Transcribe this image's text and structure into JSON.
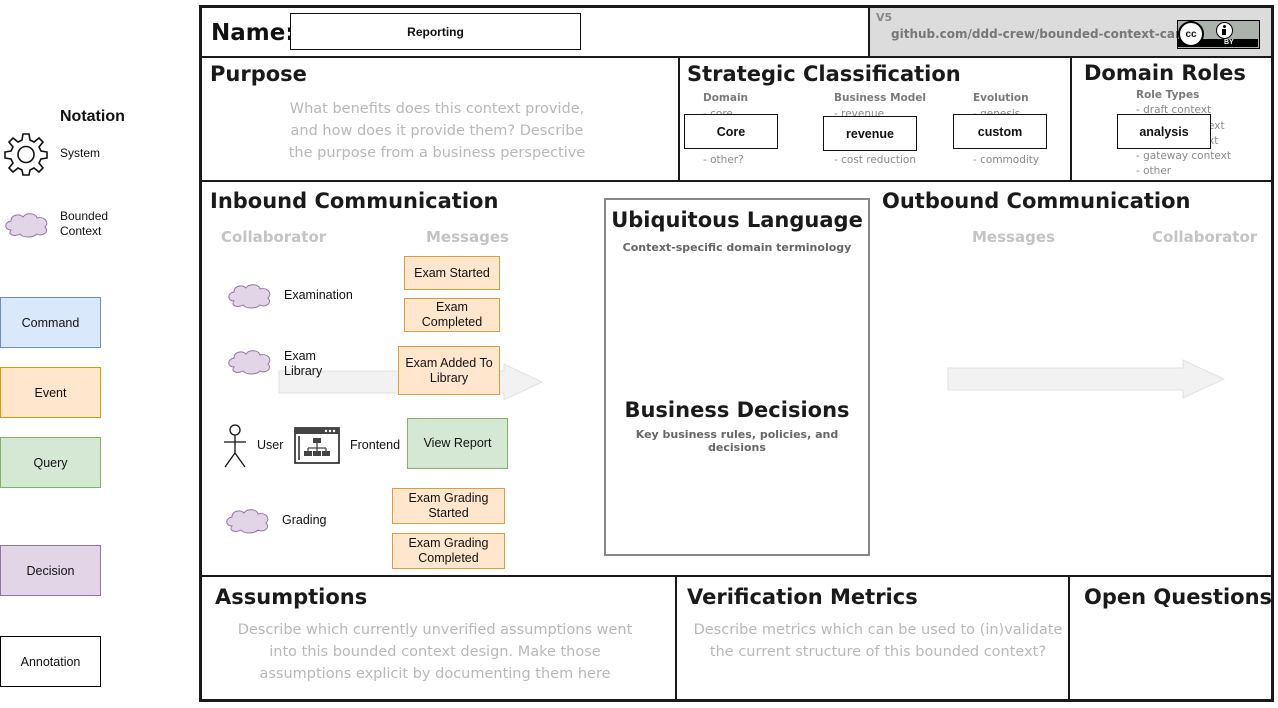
{
  "notation": {
    "title": "Notation",
    "system_label": "System",
    "bounded_context_label": "Bounded Context",
    "items": [
      {
        "label": "Command",
        "color": "#dae8fc",
        "border": "#6c8ebf"
      },
      {
        "label": "Event",
        "color": "#ffe6cc",
        "border": "#d79b00"
      },
      {
        "label": "Query",
        "color": "#d5e8d4",
        "border": "#82b366"
      },
      {
        "label": "Decision",
        "color": "#e1d5e7",
        "border": "#9673a6"
      },
      {
        "label": "Annotation",
        "color": "#ffffff",
        "border": "#000000"
      }
    ]
  },
  "header": {
    "name_label": "Name:",
    "name_value": "Reporting",
    "version": "V5",
    "link": "github.com/ddd-crew/bounded-context-canvas",
    "license_cc": "cc",
    "license_by": "BY"
  },
  "purpose": {
    "title": "Purpose",
    "hint": "What benefits does this context provide, and how does it provide them? Describe the purpose from a business perspective"
  },
  "strategic": {
    "title": "Strategic Classification",
    "domain": {
      "label": "Domain",
      "top_hint": "- core",
      "value": "Core",
      "bottom_hint": "- other?"
    },
    "business_model": {
      "label": "Business Model",
      "top_hint": "- revenue",
      "value": "revenue",
      "bottom_hint": "- cost reduction"
    },
    "evolution": {
      "label": "Evolution",
      "top_hint": "- genesis",
      "value": "custom",
      "bottom_hint": "- commodity"
    }
  },
  "domain_roles": {
    "title": "Domain Roles",
    "role_types_label": "Role Types",
    "hints": [
      "- draft context",
      "- execution context",
      "- analysis context",
      "- gateway context",
      "- other"
    ],
    "visible_fragments": [
      "- draft context",
      "ext",
      "xt",
      "- gateway context",
      "- other"
    ],
    "value": "analysis"
  },
  "inbound": {
    "title": "Inbound Communication",
    "collaborator_head": "Collaborator",
    "messages_head": "Messages",
    "collaborators": [
      {
        "name": "Examination",
        "type": "bounded-context"
      },
      {
        "name": "Exam Library",
        "type": "bounded-context"
      },
      {
        "name": "User",
        "type": "user"
      },
      {
        "name": "Frontend",
        "type": "system"
      },
      {
        "name": "Grading",
        "type": "bounded-context"
      }
    ],
    "messages": [
      {
        "label": "Exam Started",
        "kind": "event"
      },
      {
        "label": "Exam Completed",
        "kind": "event"
      },
      {
        "label": "Exam Added To Library",
        "kind": "event"
      },
      {
        "label": "View Report",
        "kind": "query"
      },
      {
        "label": "Exam Grading Started",
        "kind": "event"
      },
      {
        "label": "Exam Grading Completed",
        "kind": "event"
      }
    ]
  },
  "ubiquitous": {
    "title": "Ubiquitous Language",
    "subtitle": "Context-specific domain terminology",
    "decisions_title": "Business Decisions",
    "decisions_subtitle": "Key business rules, policies, and decisions"
  },
  "outbound": {
    "title": "Outbound Communication",
    "messages_head": "Messages",
    "collaborator_head": "Collaborator"
  },
  "assumptions": {
    "title": "Assumptions",
    "hint": "Describe which currently unverified assumptions went into this bounded context design. Make those assumptions explicit by documenting them here"
  },
  "verification": {
    "title": "Verification Metrics",
    "hint": "Describe metrics which can be used to (in)validate the current structure of this bounded context?"
  },
  "open_questions": {
    "title": "Open Questions"
  }
}
